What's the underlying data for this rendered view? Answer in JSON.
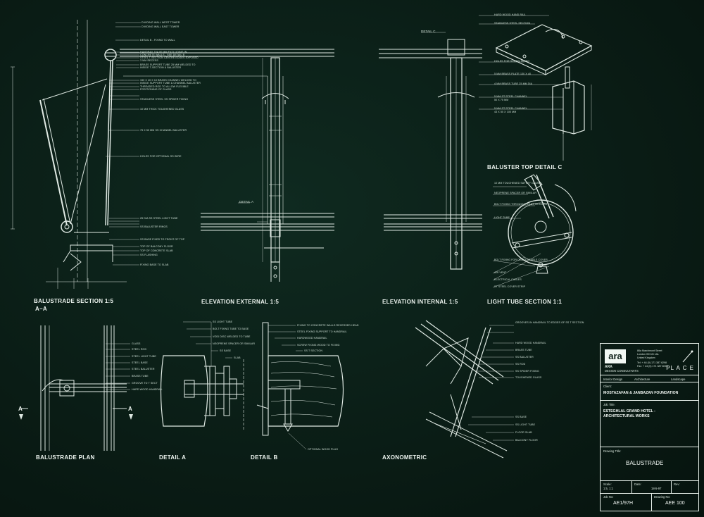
{
  "drawing_labels": {
    "balustrade_section": "BALUSTRADE SECTION 1:5",
    "section_marker": "A–A",
    "elevation_external": "ELEVATION EXTERNAL 1:5",
    "elevation_internal": "ELEVATION INTERNAL 1:5",
    "light_tube_section": "LIGHT TUBE SECTION 1:1",
    "baluster_top_detail": "BALUSTER TOP DETAIL C",
    "balustrade_plan": "BALUSTRADE PLAN",
    "detail_a": "DETAIL A",
    "detail_b": "DETAIL B",
    "axonometric": "AXONOMETRIC",
    "detail_c_tag": "DETAIL C",
    "detail_a_tag": "DETAIL A",
    "section_a_left": "A",
    "section_a_right": "A"
  },
  "notes": {
    "section": [
      "DIVIDING WALL WEST TOWER",
      "DIVIDING WALL EAST TOWER",
      "DETAIL B - FIXING TO WALL",
      "HANDRAIL DIA 80 MM EXCLUDING IN",
      "CONCRETE WALLS - SEE DETAIL B",
      "STEEL T-SECTION CENTRE EDGES EXPOSED",
      "3 MM RECESS",
      "BRASS SUPPORT TUBE 25 MM WELDED TO",
      "INSIDE T-SECTION & BALUSTER",
      "150 x 40 x 10 BRASS CHANNEL WELDED TO",
      "INSIDE SUPPORT TUBE & CHANNEL BALUSTER",
      "THREADED ROD TO ALLOW FLEXIBLE",
      "POSITIONING OF GLASS",
      "STAINLESS STEEL SS SPIDER FIXING",
      "10 MM THICK TOUGHENED GLASS",
      "75 x 50 MM SS CHANNEL BALUSTER",
      "HOLES FOR OPTIONAL SS WIRE",
      "25 DIA SS STEEL LIGHT TUBE",
      "SS BALUSTER RINGS",
      "SS BASE FIXED TO FRONT OF TOP",
      "TOP OF BALCONY FLOOR",
      "TOP OF CONCRETE SLAB",
      "SS FLASHING",
      "FIXING BASE TO SLAB"
    ],
    "detail_c": [
      "HARD WOOD HAND RAIL",
      "STAINLESS STEEL SECTION",
      "HOLES FOR SCREW FIXING",
      "5 MM BRASS PLATE 130 x 40",
      "4 MM BRASS TUBE 25 MM DIA",
      "5 MM ST STEEL CHANNEL",
      "50 x 75 MM",
      "5 MM ST STEEL CHANNEL",
      "43 x 50 x 100 MM"
    ],
    "light_tube": [
      "10 MM TOUGHENED SAFETY GLASS",
      "NEOPRENE SPACER OR SIMILAR",
      "BOLT FIXING THROUGH HOLES IN GLASS",
      "LIGHT TUBE",
      "BOLT FIXING FOR DEMOUNTABLE COVER",
      "AIR VENT",
      "ELECTRICAL CABLES",
      "ST STEEL COVER STRIP"
    ],
    "plan": [
      "GLASS",
      "STEEL ROD",
      "STEEL LIGHT TUBE",
      "STEEL BASE",
      "STEEL BALUSTER",
      "BRASS TUBE",
      "GROOVE TO T SECT",
      "HARD WOOD HANDRAIL"
    ],
    "detail_a": [
      "SS LIGHT TUBE",
      "BOLT FIXING TUBE TO BASE",
      "VOID DISC WELDED TO TUBE",
      "NEOPRENE SPACER OR SIMILAR",
      "SS BASE",
      "SLAB"
    ],
    "detail_b": [
      "FIXING TO CONCRETE WALLS RECESSED HEAD",
      "STEEL FIXING SUPPORT TO HANDRAIL",
      "HARDWOOD HANDRAIL",
      "SCREW FIXING WOOD TO FIXING",
      "SS T SECTION",
      "OPTIONAL WOOD PLUG"
    ],
    "axonometric": [
      "GROOVES IN HANDRAIL TO EDGES OF SS T SECTION",
      "HARD WOOD HANDRAIL",
      "BRASS TUBE",
      "SS BALUSTER",
      "SS ROD",
      "SS SPIDER FIXING",
      "TOUGHENED GLASS",
      "SS BASE",
      "SS LIGHT TUBE",
      "FLOOR SLAB",
      "BALCONY FLOOR"
    ]
  },
  "title_block": {
    "logo": "ara",
    "firm_name": "ara",
    "firm_sub": "design consultants",
    "address": [
      "86a Marchmont Street",
      "London WC1N 1AL",
      "United Kingdom",
      "Tel: + 44 (0) 171 387 6298",
      "Fax: + 44 (0) 171 387 6099"
    ],
    "place_logo": "PL A C E",
    "disciplines": [
      "Interior Design",
      "Architecture",
      "Landscape"
    ],
    "client_caption": "Client:",
    "client": "MOSTAZAFAN & JANBAZAN FOUNDATION",
    "job_title_caption": "Job Title:",
    "job_title_1": "ESTEGHLAL GRAND HOTEL -",
    "job_title_2": "ARCHITECTURAL WORKS",
    "drawing_title_caption": "Drawing Title:",
    "drawing_title": "BALUSTRADE",
    "scale_caption": "Scale:",
    "scale": "1:5, 1:1",
    "date_caption": "Date:",
    "date": "18-5-97",
    "rev_caption": "Rev:",
    "rev": "",
    "job_no_caption": "Job No:",
    "job_no": "AE1/97H",
    "drawing_no_caption": "Drawing No:",
    "drawing_no": "AEE 100"
  },
  "colors": {
    "background": "#0a1c15",
    "linework": "#e6efe9"
  }
}
